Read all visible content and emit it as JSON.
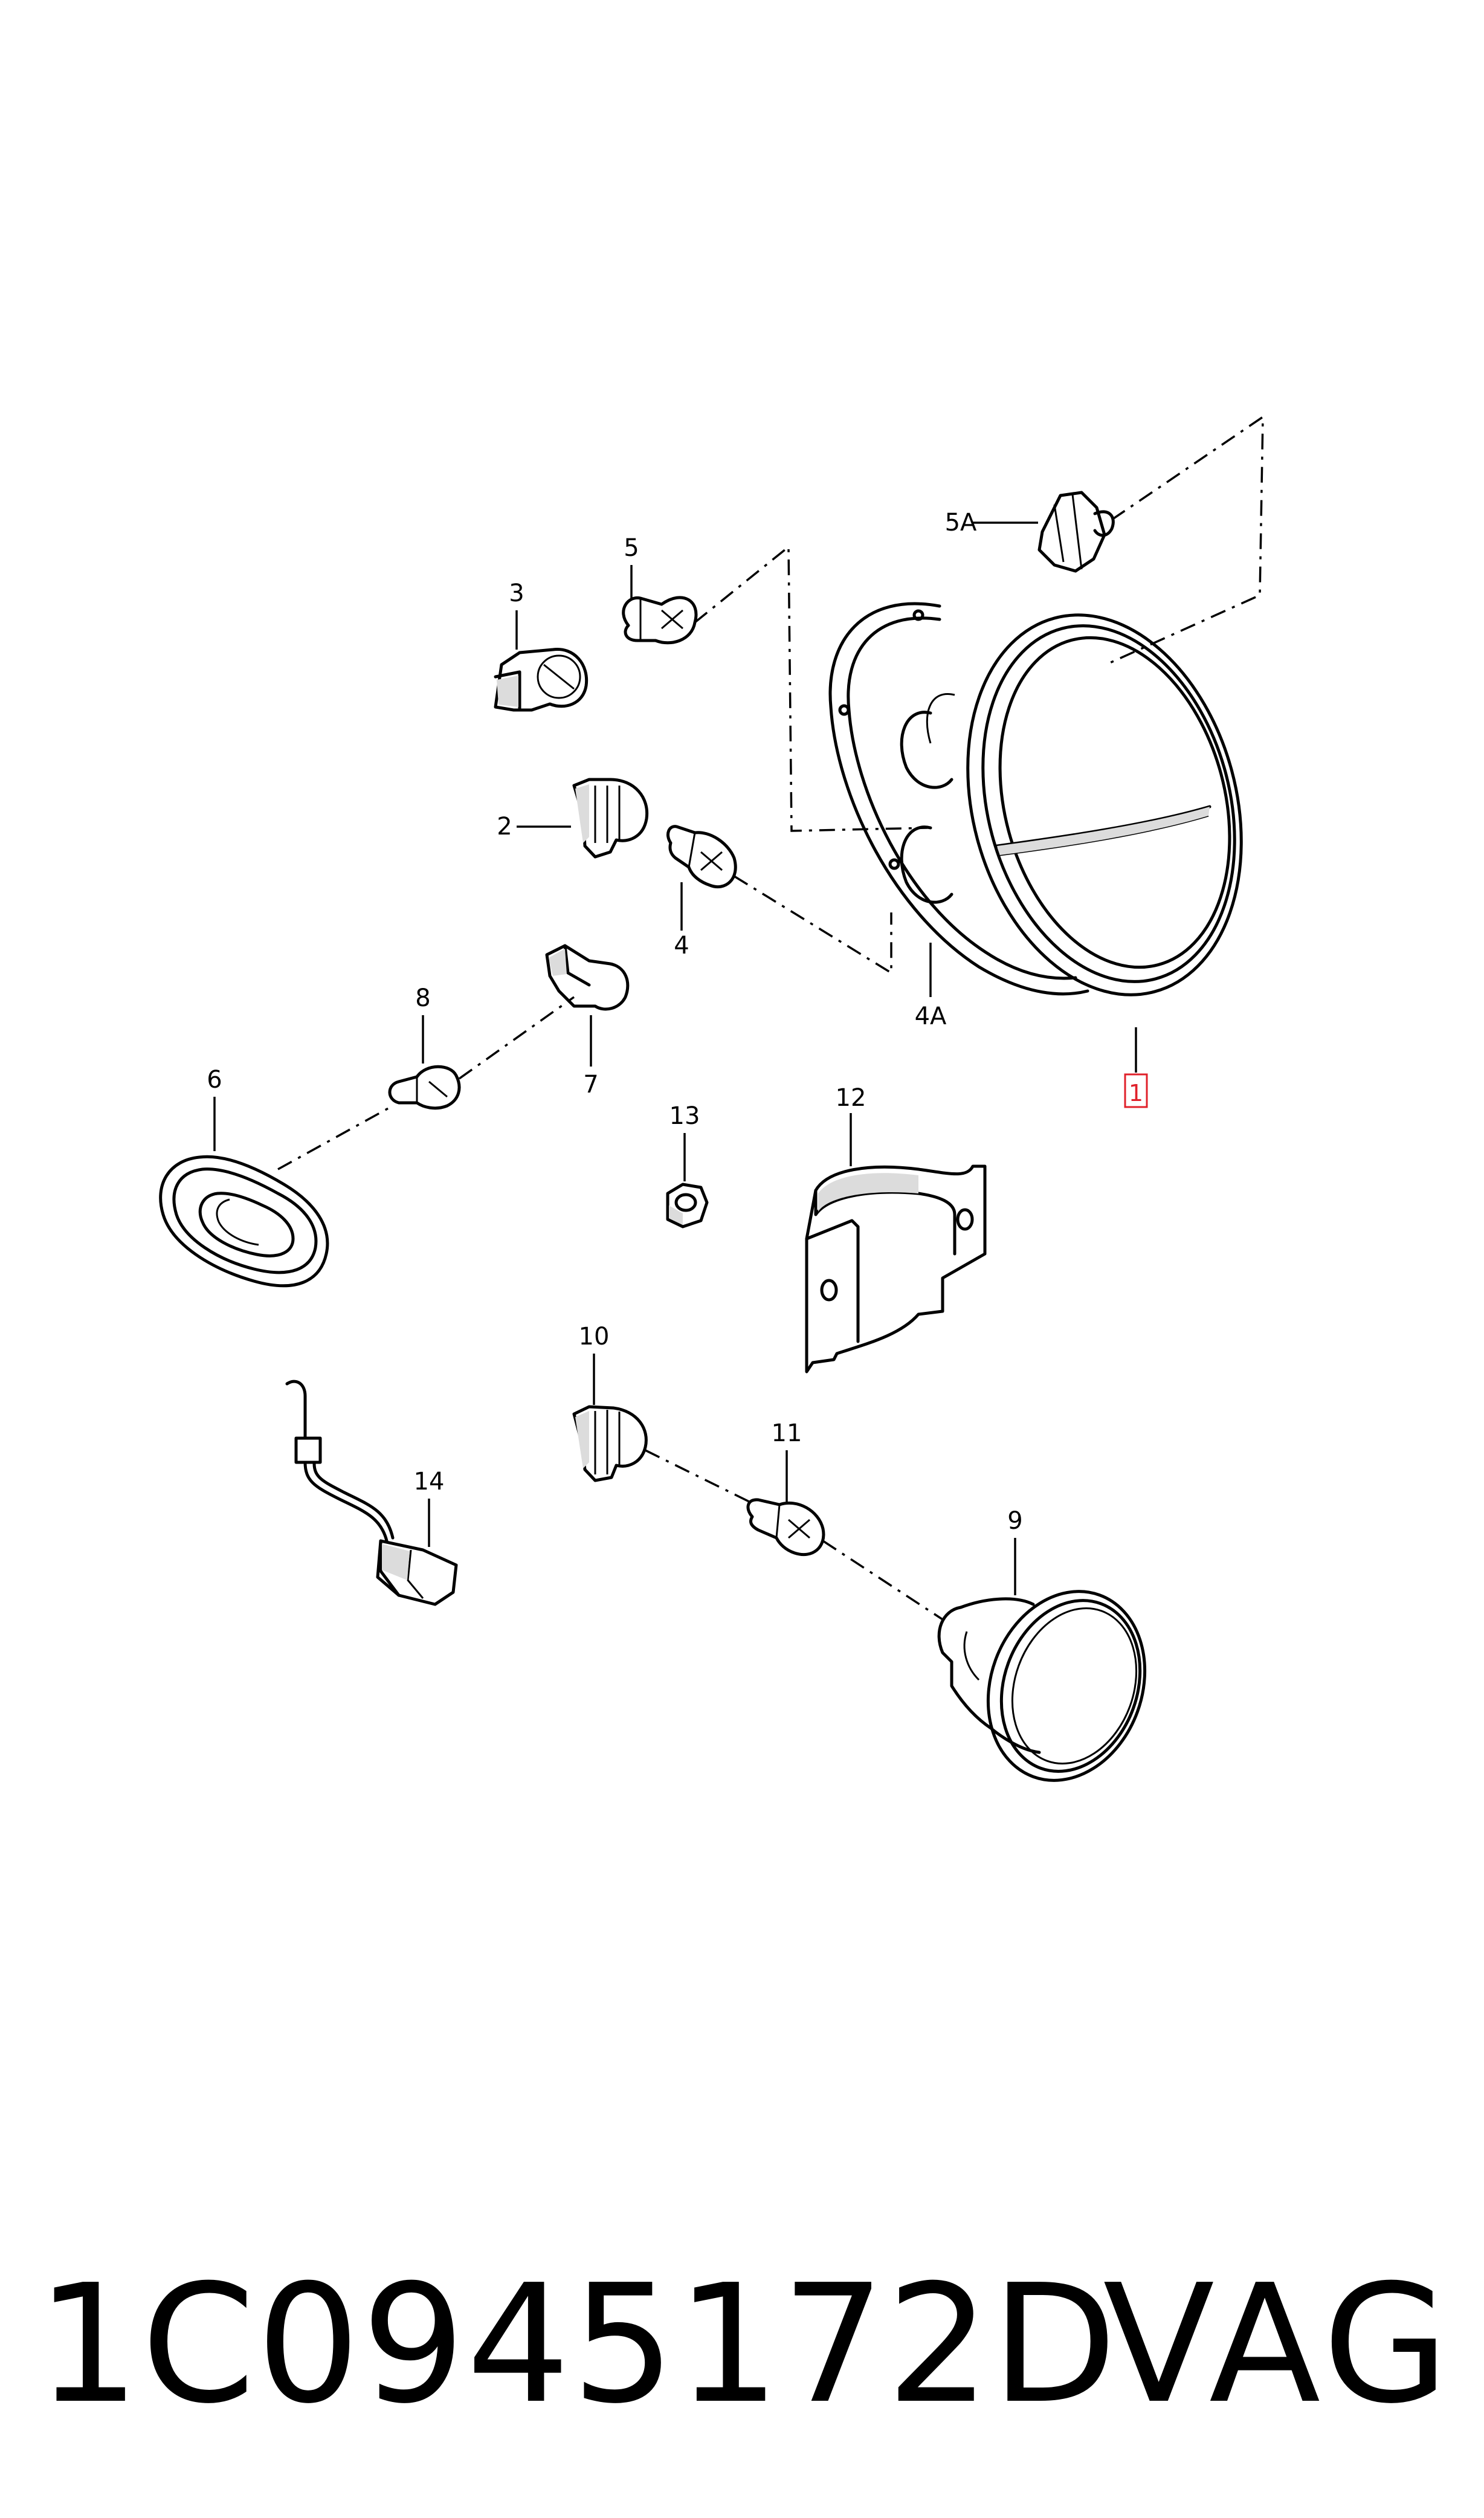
{
  "diagram": {
    "callouts": {
      "c1": "1",
      "c2": "2",
      "c3": "3",
      "c4": "4",
      "c4a": "4A",
      "c5": "5",
      "c5a": "5A",
      "c6": "6",
      "c7": "7",
      "c8": "8",
      "c9": "9",
      "c10": "10",
      "c11": "11",
      "c12": "12",
      "c13": "13",
      "c14": "14"
    },
    "highlight_color": "#e0202a"
  },
  "footer": {
    "part_number": "1C0945172D",
    "brand": "VAG"
  }
}
